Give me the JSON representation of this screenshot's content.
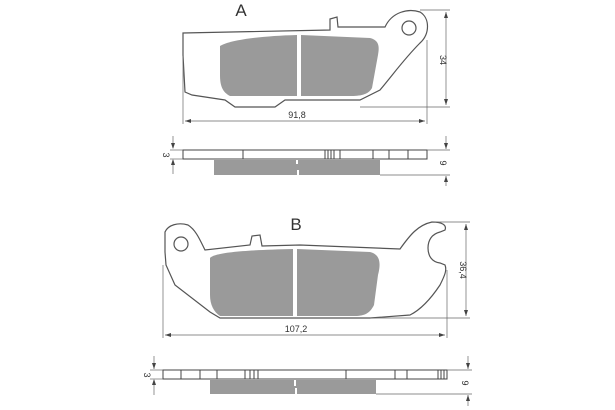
{
  "drawing": {
    "title": "Brake pad technical drawing",
    "colors": {
      "friction_material": "#9a9a9a",
      "outline": "#555555",
      "dimension_line": "#666666"
    },
    "pads": [
      {
        "label": "A",
        "width_dim": "91,8",
        "height_dim": "34",
        "side_view": {
          "plate_thickness": "3",
          "total_thickness": "9"
        }
      },
      {
        "label": "B",
        "width_dim": "107,2",
        "height_dim": "36,4",
        "side_view": {
          "plate_thickness": "3",
          "total_thickness": "9"
        }
      }
    ]
  }
}
